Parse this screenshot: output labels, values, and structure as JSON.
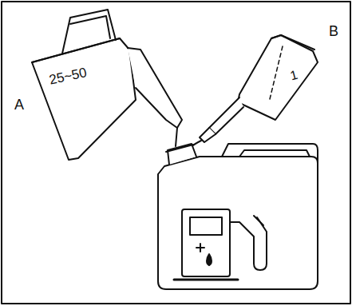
{
  "diagram": {
    "labels": [
      "25~50",
      "A",
      "B",
      "1"
    ]
  }
}
